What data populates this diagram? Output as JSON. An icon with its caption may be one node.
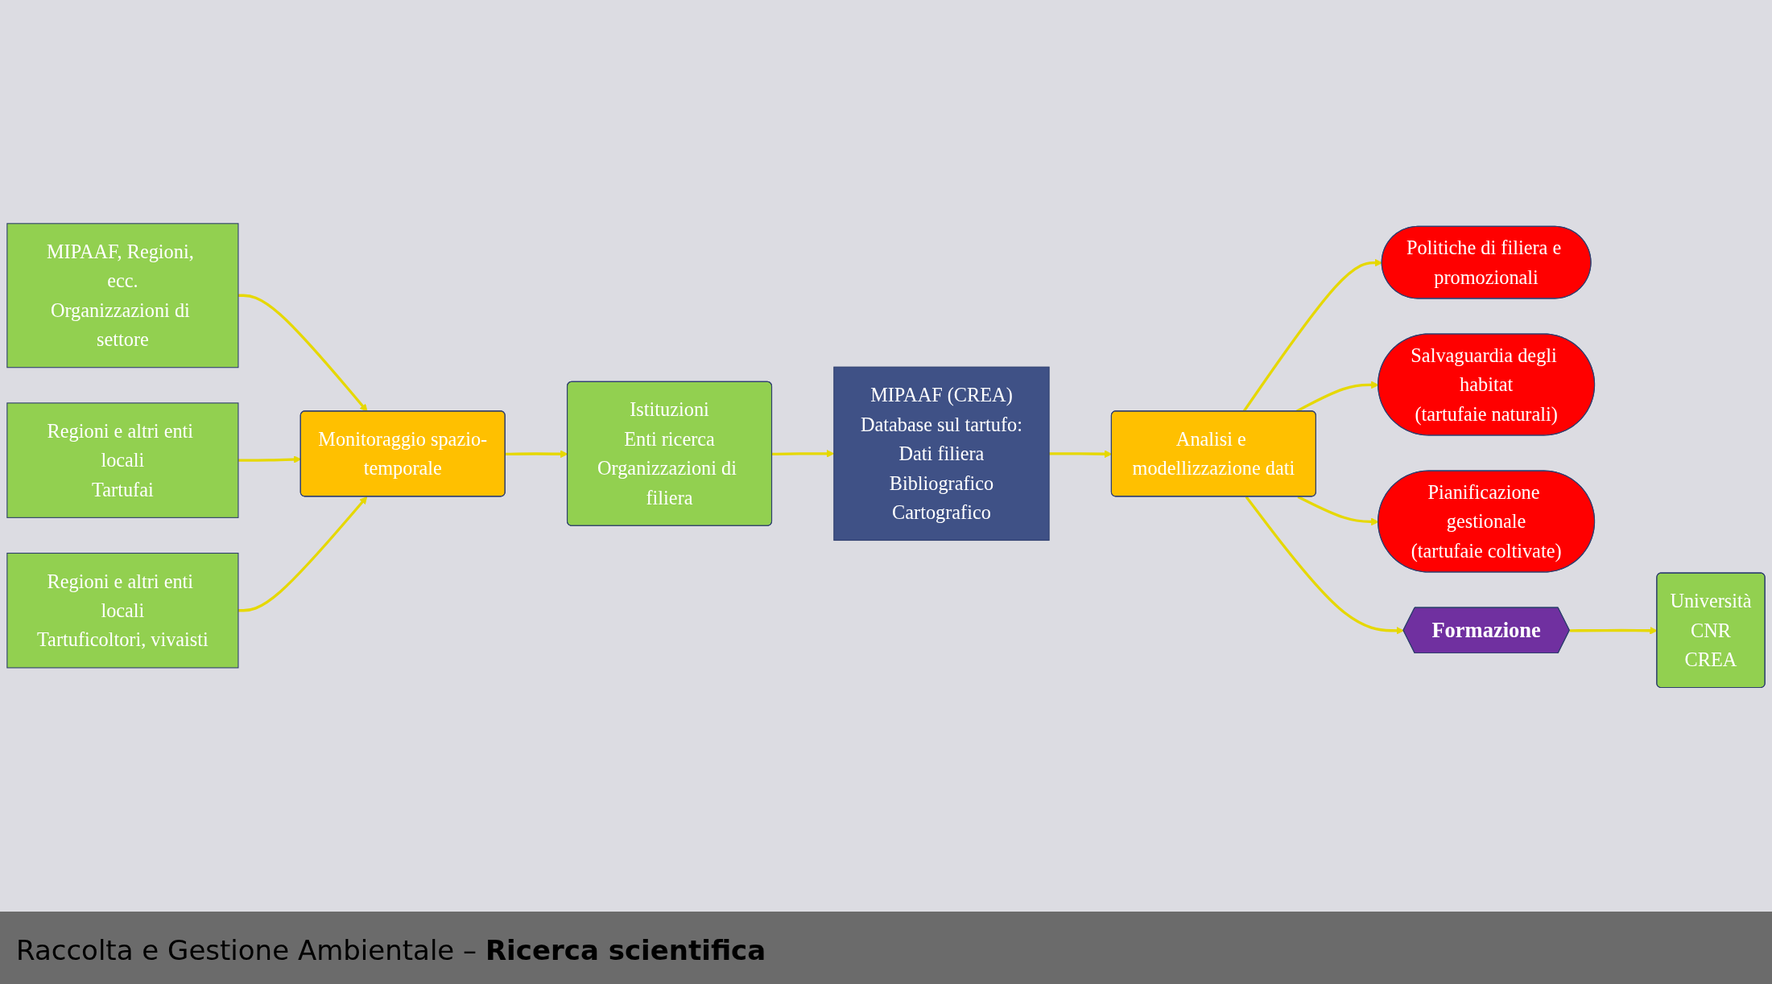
{
  "diagram": {
    "nodes": [
      {
        "text": [
          "Monitoraggio spazio-temporale"
        ]
      },
      {
        "text": [
          "Istituzioni",
          "Enti ricerca",
          "Organizzazioni di filiera"
        ]
      },
      {
        "text": [
          "MIPAAF (CREA)",
          "Database sul tartufo:",
          "Dati filiera",
          "Bibliografico",
          "Cartografico"
        ]
      },
      {
        "text": [
          "Analisi e modellizzazione dati"
        ]
      },
      {
        "text": [
          "Politiche di filiera e promozionali"
        ]
      },
      {
        "text": [
          "Salvaguardia degli habitat",
          "(tartufaie naturali)"
        ]
      },
      {
        "text": [
          "Pianificazione gestionale",
          "(tartufaie coltivate)"
        ]
      },
      {
        "text": [
          "MIPAAF, Regioni, ecc.",
          "Organizzazioni di settore"
        ]
      },
      {
        "text": [
          "Regioni e altri enti locali",
          "Tartufai"
        ]
      },
      {
        "text": [
          "Regioni e altri enti locali",
          "Tartuficoltori, vivaisti"
        ]
      },
      {
        "text": [
          "Formazione"
        ]
      },
      {
        "text": [
          "Università",
          "CNR",
          "CREA"
        ]
      }
    ],
    "edges": [
      {
        "from": 0,
        "to": 1,
        "arrow": "to"
      },
      {
        "from": 1,
        "to": 2,
        "arrow": "to"
      },
      {
        "from": 2,
        "to": 3,
        "arrow": "to"
      },
      {
        "from": 3,
        "to": 4,
        "arrow": "to"
      },
      {
        "from": 3,
        "to": 5,
        "arrow": "to"
      },
      {
        "from": 3,
        "to": 6,
        "arrow": "to"
      },
      {
        "from": 3,
        "to": 10,
        "arrow": "to"
      },
      {
        "from": 10,
        "to": 11,
        "arrow": "to"
      },
      {
        "from": 7,
        "to": 0,
        "arrow": "to"
      },
      {
        "from": 8,
        "to": 0,
        "arrow": "to"
      },
      {
        "from": 9,
        "to": 0,
        "arrow": "to"
      }
    ],
    "labels": [
      "Raccolta e Gestione Ambientale – **Ricerca scientifica**"
    ]
  }
}
